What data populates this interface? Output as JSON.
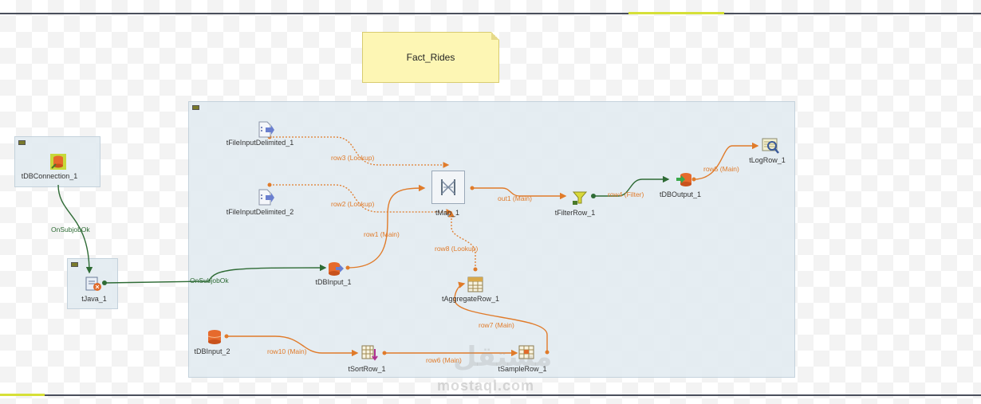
{
  "note": {
    "text": "Fact_Rides"
  },
  "components": {
    "tDBConnection_1": "tDBConnection_1",
    "tJava_1": "tJava_1",
    "tFileInputDelimited_1": "tFileInputDelimited_1",
    "tFileInputDelimited_2": "tFileInputDelimited_2",
    "tMap_1": "tMap_1",
    "tFilterRow_1": "tFilterRow_1",
    "tDBOutput_1": "tDBOutput_1",
    "tLogRow_1": "tLogRow_1",
    "tDBInput_1": "tDBInput_1",
    "tAggregateRow_1": "tAggregateRow_1",
    "tDBInput_2": "tDBInput_2",
    "tSortRow_1": "tSortRow_1",
    "tSampleRow_1": "tSampleRow_1"
  },
  "links": {
    "onsubjobok_1": "OnSubjobOk",
    "onsubjobok_2": "OnSubjobOk",
    "row3": "row3 (Lookup)",
    "row2": "row2 (Lookup)",
    "row1": "row1 (Main)",
    "out1": "out1 (Main)",
    "row4": "row4 (Filter)",
    "row5": "row5 (Main)",
    "row8": "row8 (Lookup)",
    "row7": "row7 (Main)",
    "row10": "row10 (Main)",
    "row6": "row6 (Main)"
  },
  "watermark": {
    "latin": "mostaql.com",
    "arabic": "مستقل"
  },
  "colors": {
    "main_link": "#e07b2a",
    "trigger_link": "#2e6b35",
    "accent": "#d6e038"
  }
}
